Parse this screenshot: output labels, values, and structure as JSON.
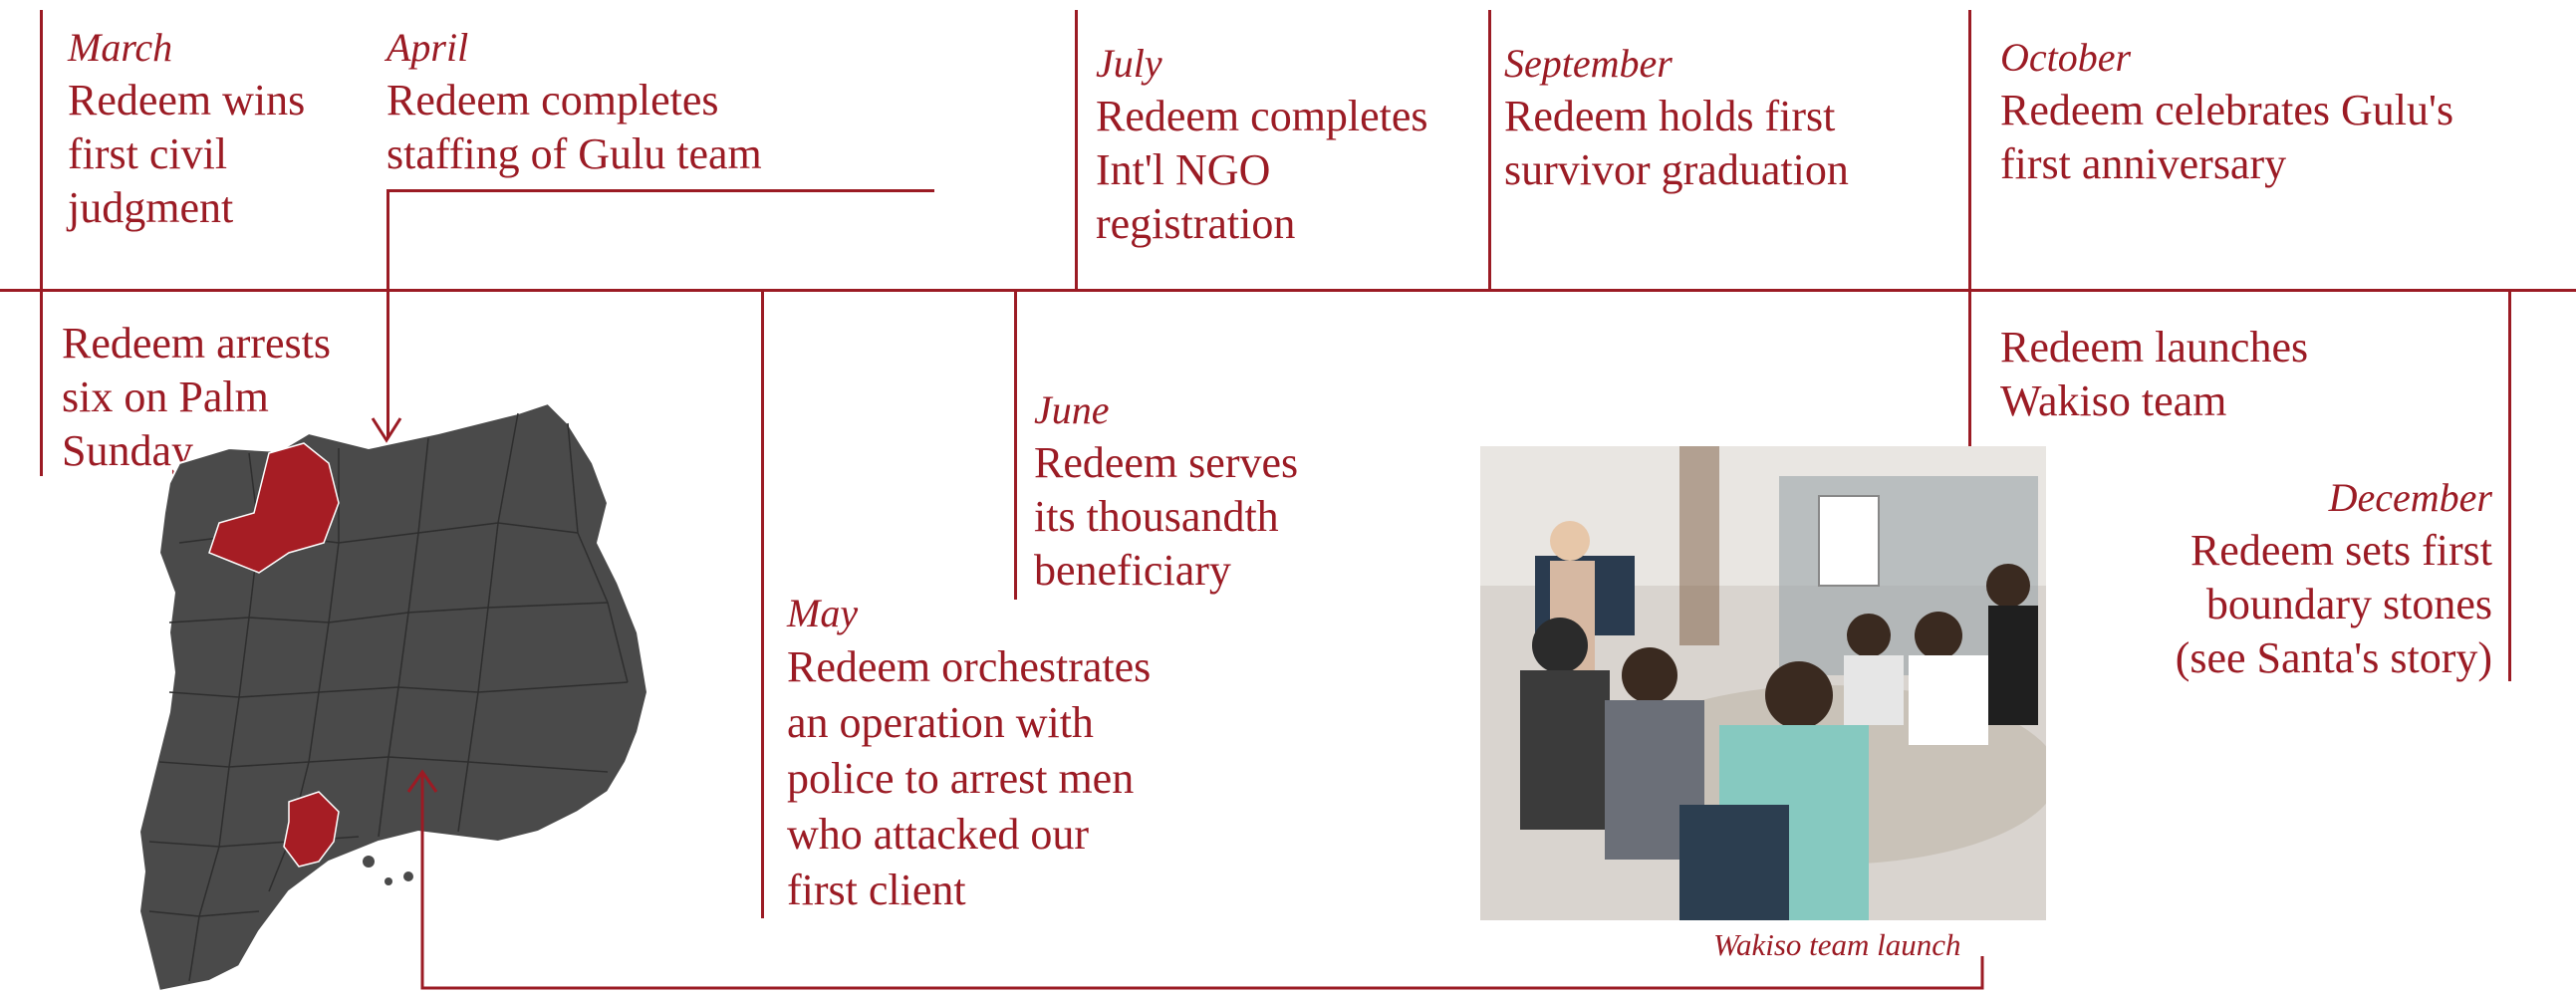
{
  "timeline": {
    "march": {
      "month": "March",
      "text": "Redeem wins\nfirst civil\njudgment"
    },
    "april": {
      "month": "April",
      "text": "Redeem completes\nstaffing of Gulu team"
    },
    "july": {
      "month": "July",
      "text": "Redeem completes\nInt'l NGO\nregistration"
    },
    "september": {
      "month": "September",
      "text": "Redeem holds first\nsurvivor graduation"
    },
    "october": {
      "month": "October",
      "text": "Redeem celebrates Gulu's\nfirst anniversary"
    },
    "palm_sunday": {
      "text": "Redeem arrests\nsix on Palm\nSunday"
    },
    "june": {
      "month": "June",
      "text": "Redeem serves\nits thousandth\nbeneficiary"
    },
    "may": {
      "month": "May",
      "text": "Redeem orchestrates\nan operation with\npolice to arrest men\nwho attacked our\nfirst client"
    },
    "wakiso": {
      "text": "Redeem launches\nWakiso team"
    },
    "december": {
      "month": "December",
      "text": "Redeem sets first\nboundary stones\n(see Santa's story)"
    }
  },
  "photo": {
    "caption": "Wakiso team launch"
  },
  "colors": {
    "accent": "#9b1b24",
    "map_fill": "#4a4a4a",
    "map_highlight": "#a61d24"
  }
}
